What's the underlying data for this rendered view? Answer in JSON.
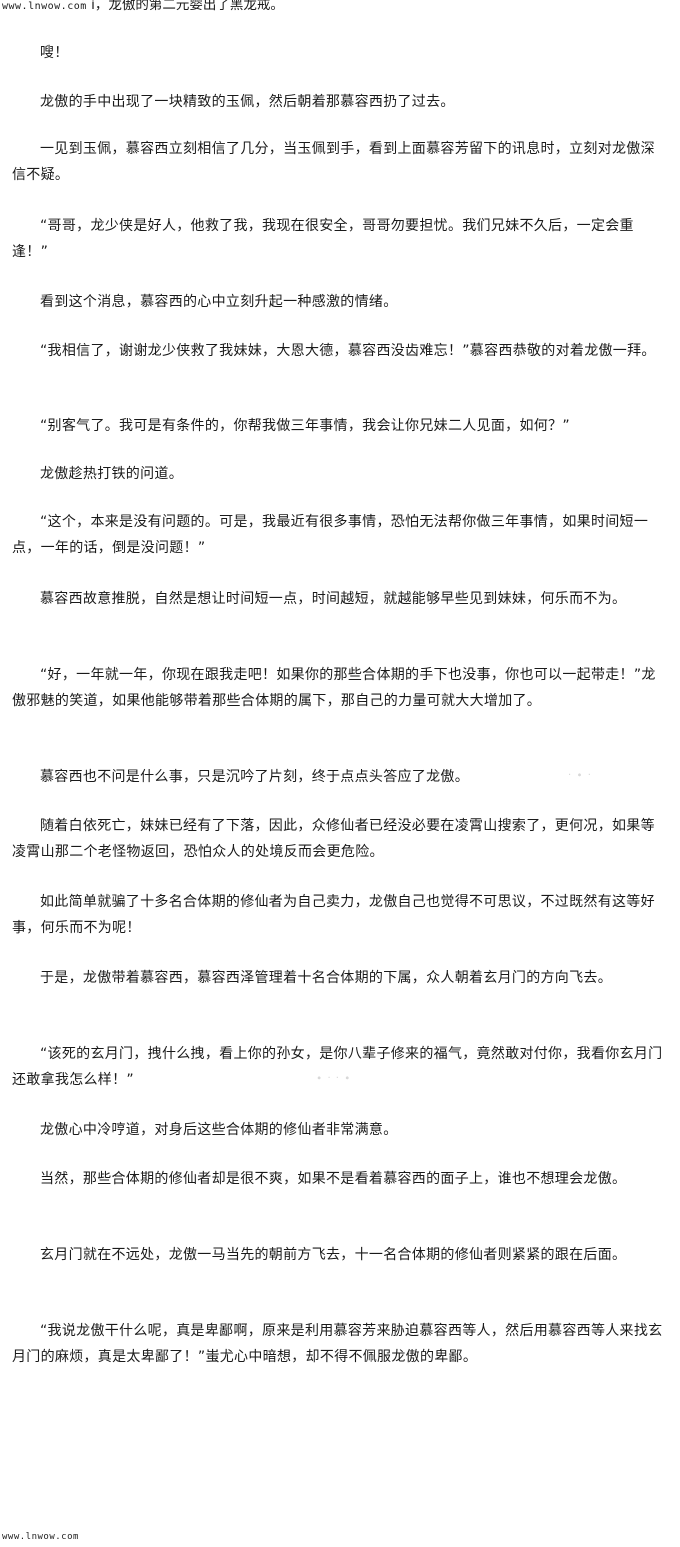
{
  "header": {
    "site": "www.lnwow.com",
    "text": "i，龙傲的第二元婴出了黑龙戒。"
  },
  "paragraphs": [
    "嗖！",
    "龙傲的手中出现了一块精致的玉佩，然后朝着那慕容西扔了过去。",
    "一见到玉佩，慕容西立刻相信了几分，当玉佩到手，看到上面慕容芳留下的讯息时，立刻对龙傲深信不疑。",
    "“哥哥，龙少侠是好人，他救了我，我现在很安全，哥哥勿要担忧。我们兄妹不久后，一定会重逢！”",
    "看到这个消息，慕容西的心中立刻升起一种感激的情绪。",
    "“我相信了，谢谢龙少侠救了我妹妹，大恩大德，慕容西没齿难忘！”慕容西恭敬的对着龙傲一拜。",
    "“别客气了。我可是有条件的，你帮我做三年事情，我会让你兄妹二人见面，如何？”",
    "龙傲趁热打铁的问道。",
    "“这个，本来是没有问题的。可是，我最近有很多事情，恐怕无法帮你做三年事情，如果时间短一点，一年的话，倒是没问题！”",
    "慕容西故意推脱，自然是想让时间短一点，时间越短，就越能够早些见到妹妹，何乐而不为。",
    "“好，一年就一年，你现在跟我走吧！如果你的那些合体期的手下也没事，你也可以一起带走！”龙傲邪魅的笑道，如果他能够带着那些合体期的属下，那自己的力量可就大大增加了。",
    "慕容西也不问是什么事，只是沉吟了片刻，终于点点头答应了龙傲。",
    "随着白依死亡，妹妹已经有了下落，因此，众修仙者已经没必要在凌霄山搜索了，更何况，如果等凌霄山那二个老怪物返回，恐怕众人的处境反而会更危险。",
    "如此简单就骗了十多名合体期的修仙者为自己卖力，龙傲自己也觉得不可思议，不过既然有这等好事，何乐而不为呢！",
    "于是，龙傲带着慕容西，慕容西泽管理着十名合体期的下属，众人朝着玄月门的方向飞去。",
    "“该死的玄月门，拽什么拽，看上你的孙女，是你八辈子修来的福气，竟然敢对付你，我看你玄月门还敢拿我怎么样！”",
    "龙傲心中冷哼道，对身后这些合体期的修仙者非常满意。",
    "当然，那些合体期的修仙者却是很不爽，如果不是看着慕容西的面子上，谁也不想理会龙傲。",
    "玄月门就在不远处，龙傲一马当先的朝前方飞去，十一名合体期的修仙者则紧紧的跟在后面。",
    "“我说龙傲干什么呢，真是卑鄙啊，原来是利用慕容芳来胁迫慕容西等人，然后用慕容西等人来找玄月门的麻烦，真是太卑鄙了！”蚩尤心中暗想，却不得不佩服龙傲的卑鄙。"
  ],
  "footer": {
    "site": "www.lnwow.com"
  }
}
